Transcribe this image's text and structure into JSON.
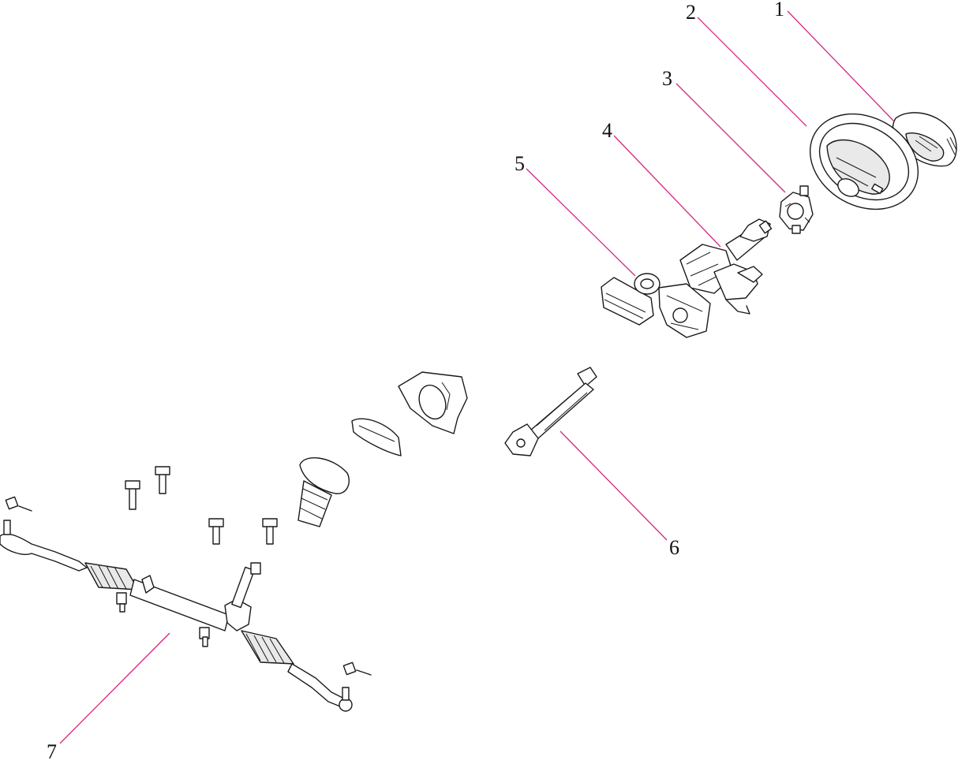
{
  "callouts": [
    {
      "id": "1",
      "label": "1"
    },
    {
      "id": "2",
      "label": "2"
    },
    {
      "id": "3",
      "label": "3"
    },
    {
      "id": "4",
      "label": "4"
    },
    {
      "id": "5",
      "label": "5"
    },
    {
      "id": "6",
      "label": "6"
    },
    {
      "id": "7",
      "label": "7"
    }
  ],
  "colors": {
    "leader": "#d6267f",
    "outline": "#1a1a1a",
    "background": "#ffffff"
  }
}
